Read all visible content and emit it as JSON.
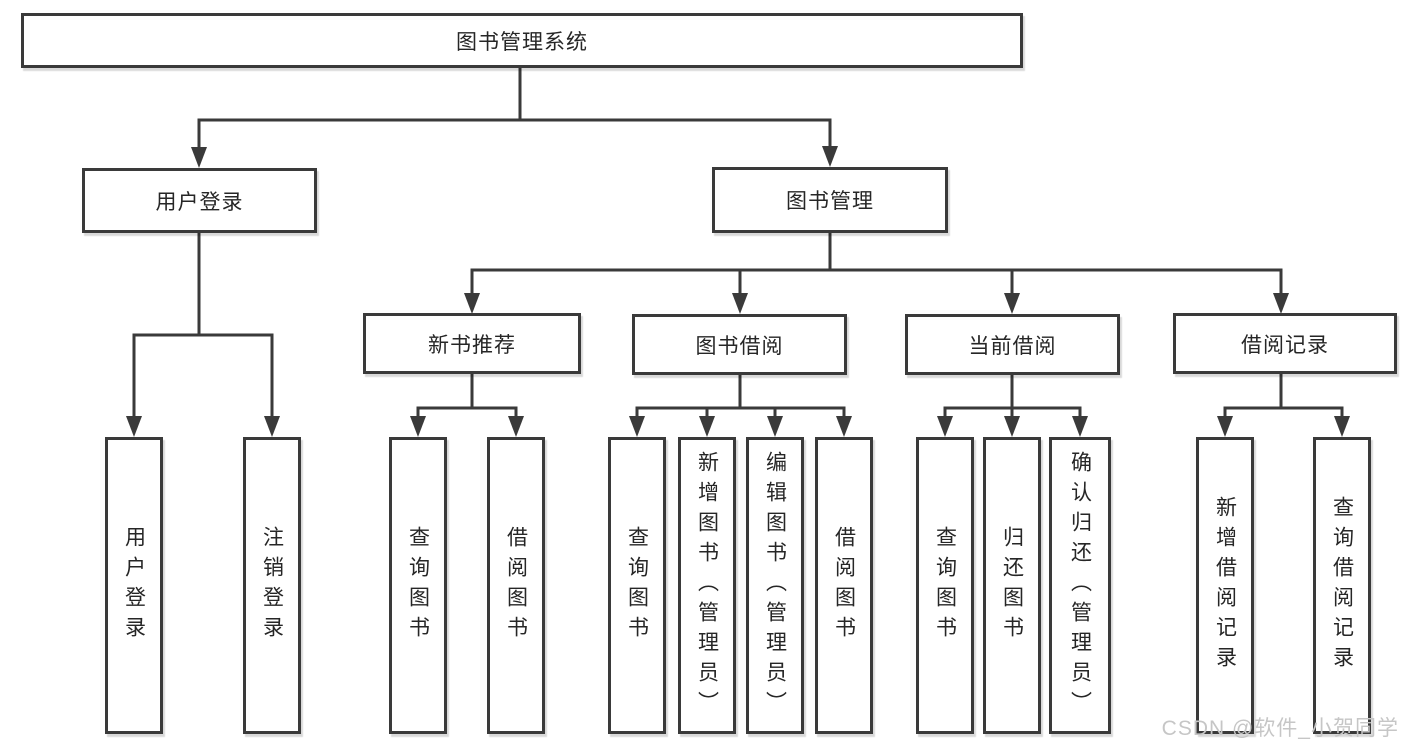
{
  "tree": {
    "label": "图书管理系统",
    "children": [
      {
        "label": "用户登录",
        "children": [
          {
            "label": "用户登录"
          },
          {
            "label": "注销登录"
          }
        ]
      },
      {
        "label": "图书管理",
        "children": [
          {
            "label": "新书推荐",
            "children": [
              {
                "label": "查询图书"
              },
              {
                "label": "借阅图书"
              }
            ]
          },
          {
            "label": "图书借阅",
            "children": [
              {
                "label": "查询图书"
              },
              {
                "label": "新增图书（管理员）"
              },
              {
                "label": "编辑图书（管理员）"
              },
              {
                "label": "借阅图书"
              }
            ]
          },
          {
            "label": "当前借阅",
            "children": [
              {
                "label": "查询图书"
              },
              {
                "label": "归还图书"
              },
              {
                "label": "确认归还（管理员）"
              }
            ]
          },
          {
            "label": "借阅记录",
            "children": [
              {
                "label": "新增借阅记录"
              },
              {
                "label": "查询借阅记录"
              }
            ]
          }
        ]
      }
    ]
  },
  "watermark": {
    "text": "CSDN @软件_小贺同学"
  },
  "colors": {
    "line": "#3a3a3a",
    "box_border": "#3a3a3a",
    "text": "#262626",
    "watermark": "#c6c6c6",
    "background": "#ffffff"
  }
}
